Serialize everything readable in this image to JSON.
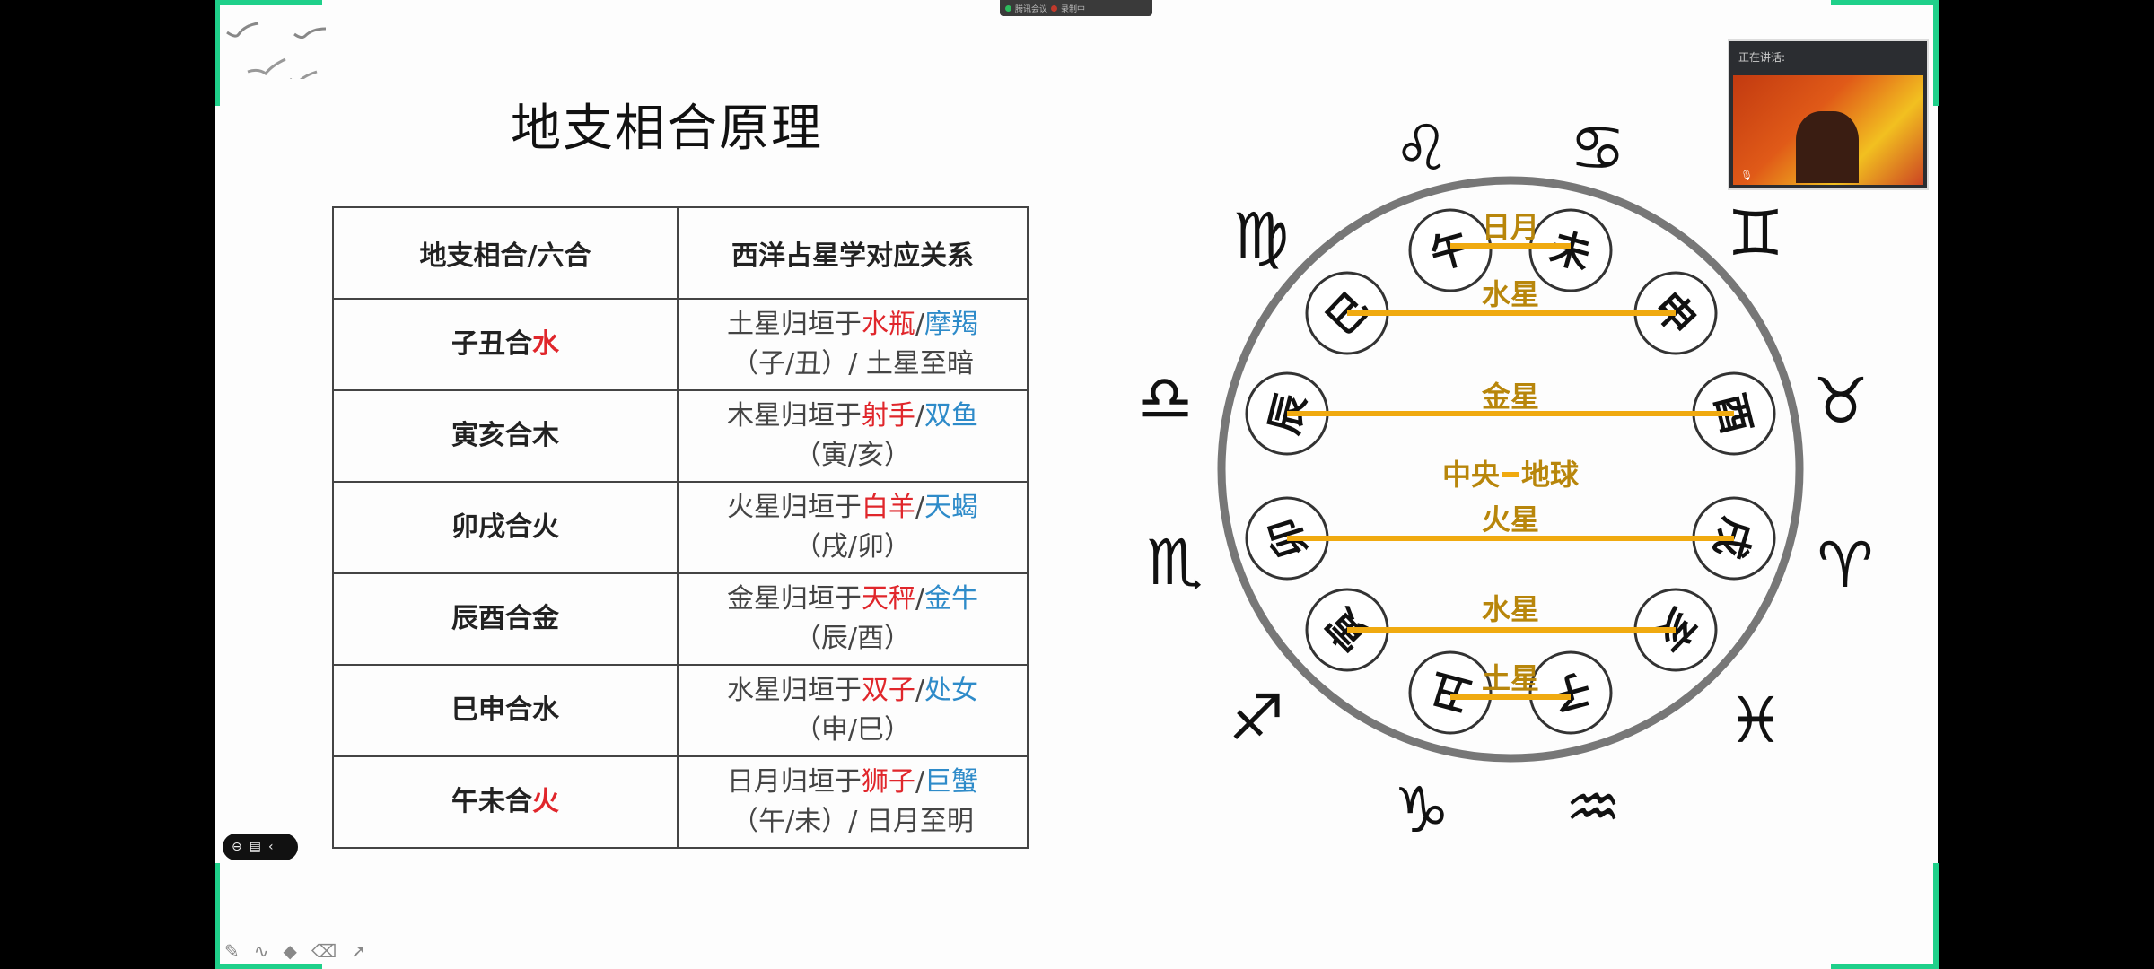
{
  "meeting": {
    "app_label": "腾讯会议",
    "status_label": "录制中",
    "speaking_label": "正在讲话:"
  },
  "slide": {
    "title": "地支相合原理",
    "table": {
      "headers": [
        "地支相合/六合",
        "西洋占星学对应关系"
      ],
      "rows": [
        {
          "pair": "子丑合",
          "element": "水",
          "element_red": true,
          "planet": "土星归垣于",
          "sign_red": "水瓶",
          "sign_blue": "摩羯",
          "line2": "（子/丑）/ 土星至暗"
        },
        {
          "pair": "寅亥合",
          "element": "木",
          "element_red": false,
          "planet": "木星归垣于",
          "sign_red": "射手",
          "sign_blue": "双鱼",
          "line2": "（寅/亥）"
        },
        {
          "pair": "卯戌合",
          "element": "火",
          "element_red": false,
          "planet": "火星归垣于",
          "sign_red": "白羊",
          "sign_blue": "天蝎",
          "line2": "（戌/卯）"
        },
        {
          "pair": "辰酉合",
          "element": "金",
          "element_red": false,
          "planet": "金星归垣于",
          "sign_red": "天秤",
          "sign_blue": "金牛",
          "line2": "（辰/酉）"
        },
        {
          "pair": "巳申合",
          "element": "水",
          "element_red": false,
          "planet": "水星归垣于",
          "sign_red": "双子",
          "sign_blue": "处女",
          "line2": "（申/巳）"
        },
        {
          "pair": "午未合",
          "element": "火",
          "element_red": true,
          "planet": "日月归垣于",
          "sign_red": "狮子",
          "sign_blue": "巨蟹",
          "line2": "（午/未）/ 日月至明"
        }
      ]
    },
    "wheel": {
      "branches": [
        "午",
        "未",
        "申",
        "酉",
        "戌",
        "亥",
        "子",
        "丑",
        "寅",
        "卯",
        "辰",
        "巳"
      ],
      "pairs": [
        {
          "label": "日月",
          "left": "午",
          "right": "未"
        },
        {
          "label": "水星",
          "left": "巳",
          "right": "申"
        },
        {
          "label": "金星",
          "left": "辰",
          "right": "酉"
        },
        {
          "label": "火星",
          "left": "卯",
          "right": "戌"
        },
        {
          "label": "水星",
          "left": "寅",
          "right": "亥"
        },
        {
          "label": "土星",
          "left": "丑",
          "right": "子"
        }
      ],
      "center_label_left": "中央",
      "center_label_right": "地球",
      "zodiac": [
        "♌",
        "♋",
        "♍",
        "♊",
        "♎",
        "♉",
        "♏",
        "♈",
        "♐",
        "♓",
        "♑",
        "♒"
      ],
      "colors": {
        "line": "#f0aa10",
        "label": "#b8860b",
        "text_red": "#e0262b",
        "text_blue": "#2e8bc9",
        "border_accent": "#1fd08a"
      }
    }
  }
}
